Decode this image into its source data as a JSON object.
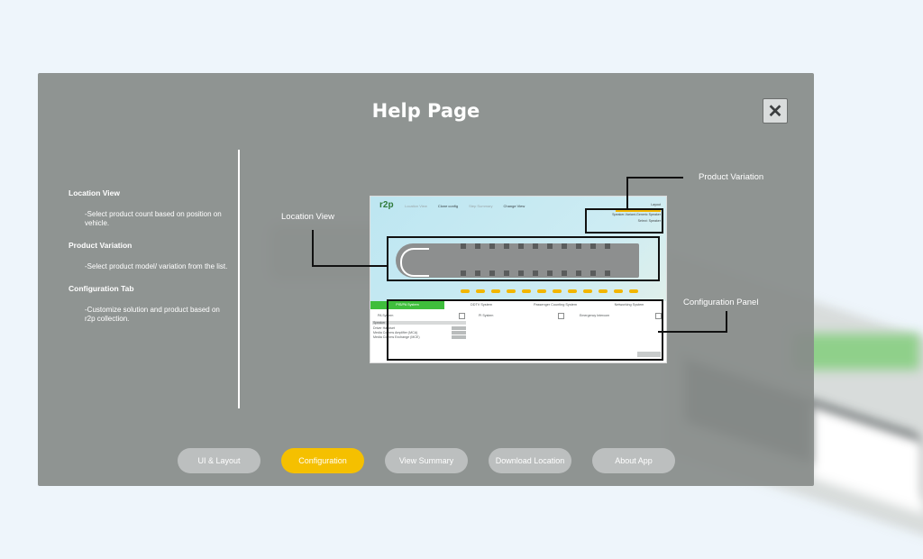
{
  "modal": {
    "title": "Help Page",
    "close_icon": "close-icon"
  },
  "help_items": [
    {
      "heading": "Location View",
      "description": "-Select product count based on position on vehicle."
    },
    {
      "heading": "Product Variation",
      "description": "-Select product model/ variation from the list."
    },
    {
      "heading": "Configuration Tab",
      "description": "-Customize solution and product based on r2p collection."
    }
  ],
  "callouts": {
    "location_view": "Location View",
    "product_variation": "Product Variation",
    "configuration_panel": "Configuration Panel"
  },
  "preview": {
    "logo": "r2p",
    "nav": [
      "Location View",
      "Clone config",
      "Step Summary",
      "Change View"
    ],
    "top_right": [
      "Layout",
      "Speaker-Variant-Generic Speaker",
      "Select: Speaker"
    ],
    "tabs": [
      "PIS/PA System",
      "DDTV System",
      "Passenger Counting System",
      "Networking System"
    ],
    "rows": [
      "PA System",
      "Speaker",
      "Driver Handset",
      "Media Comms Amplifier (MCA)",
      "Media Comms Exchange (MCE)"
    ],
    "row_values": [
      "",
      "",
      "",
      "",
      ""
    ],
    "items_right": [
      "PI System",
      "Emergency Intercom"
    ]
  },
  "tabs": [
    {
      "label": "UI & Layout",
      "active": false
    },
    {
      "label": "Configuration",
      "active": true
    },
    {
      "label": "View Summary",
      "active": false
    },
    {
      "label": "Download Location",
      "active": false
    },
    {
      "label": "About App",
      "active": false
    }
  ],
  "colors": {
    "accent": "#f5c000",
    "overlay": "#888c8a",
    "active_tab_green": "#3fbe3c"
  }
}
